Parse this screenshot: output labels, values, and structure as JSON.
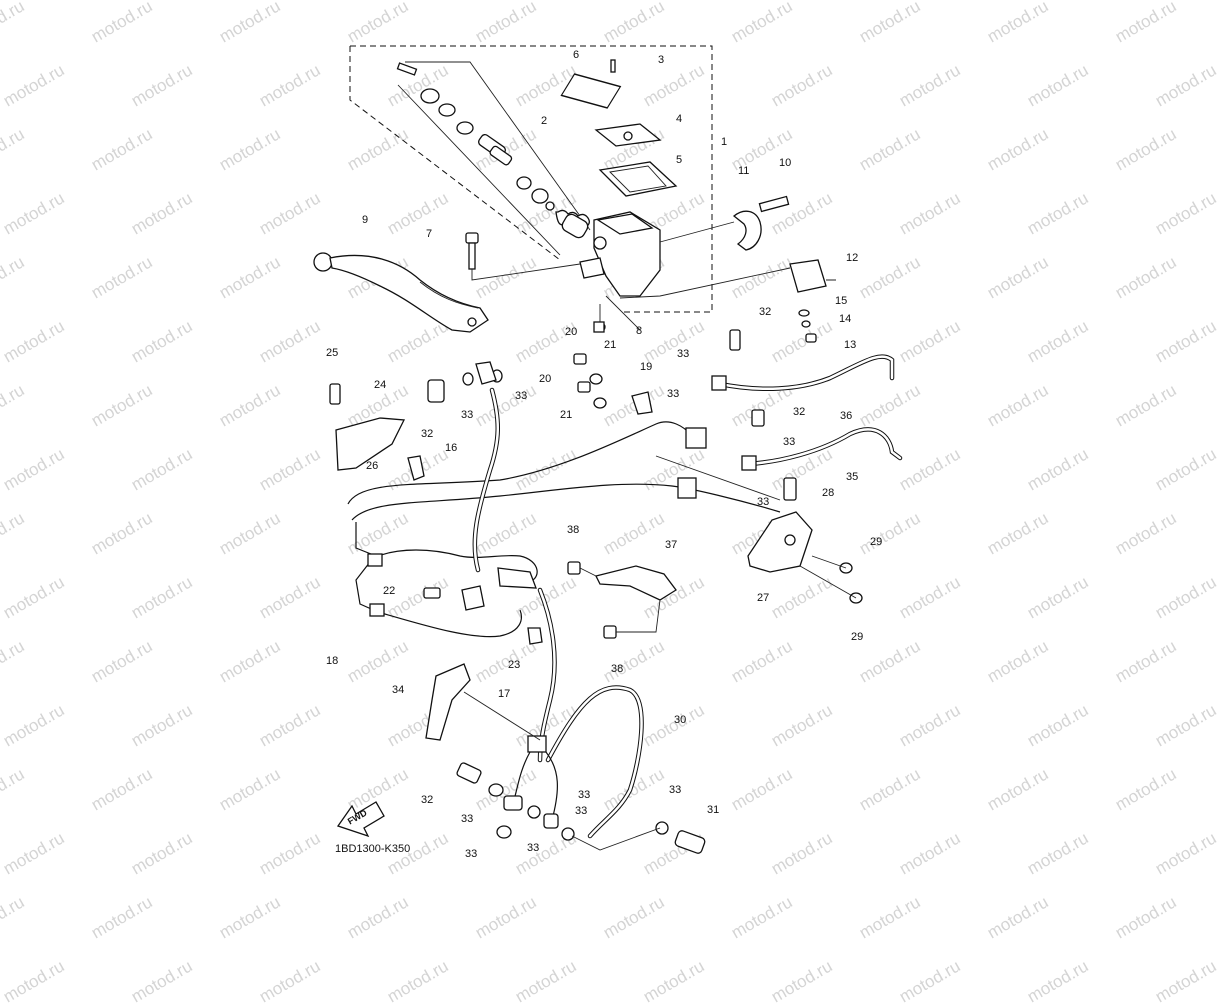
{
  "watermark": "motod.ru",
  "diagram_code": "1BD1300-K350",
  "fwd_label": "FWD",
  "callouts": [
    {
      "id": "c1",
      "text": "1"
    },
    {
      "id": "c2",
      "text": "2"
    },
    {
      "id": "c3",
      "text": "3"
    },
    {
      "id": "c4",
      "text": "4"
    },
    {
      "id": "c5",
      "text": "5"
    },
    {
      "id": "c6",
      "text": "6"
    },
    {
      "id": "c7",
      "text": "7"
    },
    {
      "id": "c8",
      "text": "8"
    },
    {
      "id": "c9",
      "text": "9"
    },
    {
      "id": "c10",
      "text": "10"
    },
    {
      "id": "c11",
      "text": "11"
    },
    {
      "id": "c12",
      "text": "12"
    },
    {
      "id": "c13",
      "text": "13"
    },
    {
      "id": "c14",
      "text": "14"
    },
    {
      "id": "c15",
      "text": "15"
    },
    {
      "id": "c16",
      "text": "16"
    },
    {
      "id": "c17",
      "text": "17"
    },
    {
      "id": "c18",
      "text": "18"
    },
    {
      "id": "c19",
      "text": "19"
    },
    {
      "id": "c20a",
      "text": "20"
    },
    {
      "id": "c20b",
      "text": "20"
    },
    {
      "id": "c21a",
      "text": "21"
    },
    {
      "id": "c21b",
      "text": "21"
    },
    {
      "id": "c22",
      "text": "22"
    },
    {
      "id": "c23",
      "text": "23"
    },
    {
      "id": "c24",
      "text": "24"
    },
    {
      "id": "c25",
      "text": "25"
    },
    {
      "id": "c26",
      "text": "26"
    },
    {
      "id": "c27",
      "text": "27"
    },
    {
      "id": "c28",
      "text": "28"
    },
    {
      "id": "c29a",
      "text": "29"
    },
    {
      "id": "c29b",
      "text": "29"
    },
    {
      "id": "c30",
      "text": "30"
    },
    {
      "id": "c31",
      "text": "31"
    },
    {
      "id": "c32a",
      "text": "32"
    },
    {
      "id": "c32b",
      "text": "32"
    },
    {
      "id": "c32c",
      "text": "32"
    },
    {
      "id": "c32d",
      "text": "32"
    },
    {
      "id": "c33a",
      "text": "33"
    },
    {
      "id": "c33b",
      "text": "33"
    },
    {
      "id": "c33c",
      "text": "33"
    },
    {
      "id": "c33d",
      "text": "33"
    },
    {
      "id": "c33e",
      "text": "33"
    },
    {
      "id": "c33f",
      "text": "33"
    },
    {
      "id": "c33g",
      "text": "33"
    },
    {
      "id": "c33h",
      "text": "33"
    },
    {
      "id": "c33i",
      "text": "33"
    },
    {
      "id": "c33j",
      "text": "33"
    },
    {
      "id": "c33k",
      "text": "33"
    },
    {
      "id": "c33l",
      "text": "33"
    },
    {
      "id": "c34",
      "text": "34"
    },
    {
      "id": "c35",
      "text": "35"
    },
    {
      "id": "c36",
      "text": "36"
    },
    {
      "id": "c37",
      "text": "37"
    },
    {
      "id": "c38a",
      "text": "38"
    },
    {
      "id": "c38b",
      "text": "38"
    }
  ]
}
